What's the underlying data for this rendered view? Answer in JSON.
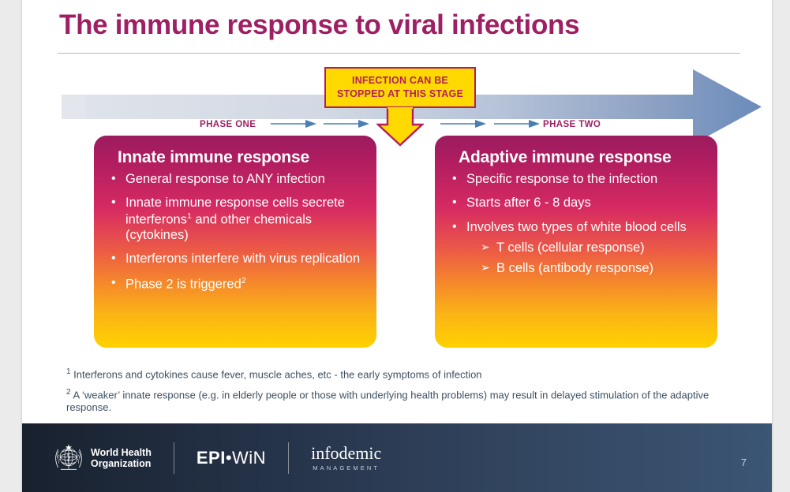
{
  "slide": {
    "title": "The immune response to viral infections",
    "page_number": "7"
  },
  "flow": {
    "phase_one_label": "PHASE ONE",
    "phase_two_label": "PHASE TWO",
    "arrow_color": "#6b8bba",
    "arrow_gradient_start": "#dfe3ea",
    "arrow_gradient_end": "#6b8bba"
  },
  "callout": {
    "line1": "INFECTION CAN BE",
    "line2": "STOPPED AT THIS STAGE",
    "fill_color": "#ffd900",
    "border_color": "#b41e5d",
    "text_color": "#b41e5d"
  },
  "cards": [
    {
      "id": "innate",
      "title": "Innate immune response",
      "bullets": [
        {
          "marker": "•",
          "text": "General response to ANY infection"
        },
        {
          "marker": "•",
          "text": "Innate immune response cells secrete interferons",
          "sup": "1",
          "text_after": " and other chemicals (cytokines)"
        },
        {
          "marker": "•",
          "text": "Interferons interfere with virus replication"
        },
        {
          "marker": "•",
          "text": "Phase 2 is triggered",
          "sup": "2",
          "text_after": ""
        }
      ]
    },
    {
      "id": "adaptive",
      "title": "Adaptive immune response",
      "bullets": [
        {
          "marker": "•",
          "text": "Specific response to the infection"
        },
        {
          "marker": "•",
          "text": "Starts after 6 - 8 days"
        },
        {
          "marker": "•",
          "text": "Involves two types of white blood cells"
        }
      ],
      "subbullets": [
        {
          "marker": "➢",
          "text": "T cells (cellular response)"
        },
        {
          "marker": "➢",
          "text": "B cells (antibody response)"
        }
      ]
    }
  ],
  "footnotes": [
    {
      "marker": "1",
      "text": " Interferons and cytokines cause fever, muscle aches, etc - the early symptoms of infection"
    },
    {
      "marker": "2",
      "text": " A ‘weaker’ innate response (e.g. in elderly people or those with underlying health problems) may result in delayed stimulation of the adaptive response."
    }
  ],
  "footer": {
    "who_line1": "World Health",
    "who_line2": "Organization",
    "epiwin_bold": "EPI",
    "epiwin_dot": "•",
    "epiwin_light": "WiN",
    "infodemic_word": "infodemic",
    "infodemic_sub": "MANAGEMENT"
  },
  "colors": {
    "title": "#9e1f63",
    "card_top": "#9c1b5f",
    "card_bottom": "#ffd200",
    "footer_dark": "#18212e",
    "footer_light": "#3b5574",
    "footnote_text": "#3d4f61"
  }
}
